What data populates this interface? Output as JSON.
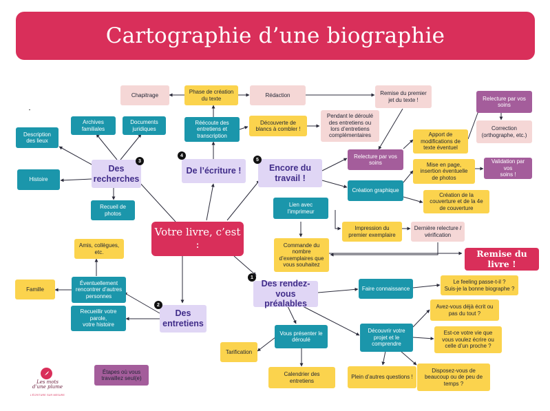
{
  "title": "Cartographie d’une biographie",
  "legend": "Étapes où vous\ntravaillez seul(e)",
  "logo": {
    "name": "Les mots\nd’une plume",
    "tagline": "L’ÉCRITURE SUR MESURE"
  },
  "nodes": {
    "hub": "Votre livre, c’est :",
    "recherches": "Des\nrecherches",
    "ecriture": "De l’écriture !",
    "encore": "Encore du\ntravail !",
    "rdv": "Des rendez-vous\npréalables",
    "entretiens": "Des\nentretiens",
    "remise_livre": "Remise du livre !",
    "archives": "Archives\nfamiliales",
    "documents": "Documents\njuridiques",
    "description_lieux": "Description\ndes lieux",
    "histoire": "Histoire",
    "recueil_photos": "Recueil de\nphotos",
    "chapitrage": "Chapitrage",
    "phase_creation": "Phase de création\ndu texte",
    "redaction": "Rédaction",
    "reecoute": "Réécoute des\nentretiens et\ntranscription",
    "decouverte_blancs": "Découverte de\nblancs à combler !",
    "pendant_deroule": "Pendant le déroulé\ndes entretiens ou\nlors d’entretiens\ncomplémentaires",
    "remise_premier_jet": "Remise du premier\njet du texte !",
    "relecture_1": "Relecture par vos\nsoins",
    "apport_modifs": "Apport de\nmodifications de\ntexte éventuel",
    "relecture_2": "Relecture par vos\nsoins",
    "correction": "Correction\n(orthographe, etc.)",
    "creation_graphique": "Création graphique",
    "mise_en_page": "Mise en page,\ninsertion éventuelle\nde photos",
    "validation": "Validation par vos\nsoins !",
    "creation_couverture": "Création de la\ncouverture et de la 4e\nde couverture",
    "lien_imprimeur": "Lien avec\nl’imprimeur",
    "impression": "Impression du\npremier exemplaire",
    "derniere_relecture": "Dernière relecture /\nvérification",
    "commande": "Commande du\nnombre\nd’exemplaires que\nvous souhaitez",
    "amis": "Amis, collègues,\netc.",
    "eventuellement": "Éventuellement\nrencontrer d’autres\npersonnes",
    "famille": "Famille",
    "recueillir": "Recueillir votre\nparole,\nvotre histoire",
    "faire_connaissance": "Faire connaissance",
    "feeling": "Le feeling passe-t-il ?\nSuis-je la bonne biographe ?",
    "deja_ecrit": "Avez-vous déjà écrit ou\npas du tout ?",
    "vie": "Est-ce votre vie que\nvous voulez écrire ou\ncelle d’un proche ?",
    "temps": "Disposez-vous de\nbeaucoup ou de peu de\ntemps ?",
    "decouvrir_projet": "Découvrir votre\nprojet et le\ncomprendre",
    "plein_questions": "Plein d’autres questions !",
    "presenter_deroule": "Vous présenter le\ndéroulé",
    "tarification": "Tarification",
    "calendrier": "Calendrier des entretiens"
  },
  "badges": {
    "recherches": "3",
    "ecriture": "4",
    "encore": "5",
    "rdv": "1",
    "entretiens": "2"
  },
  "colors": {
    "banner": "#d92f5a",
    "yellow": "#fbd34d",
    "teal": "#1b96ab",
    "pink": "#f5d7d6",
    "lavender": "#e0d6f5",
    "purple": "#a45d9b",
    "line": "#2a2a3a"
  }
}
